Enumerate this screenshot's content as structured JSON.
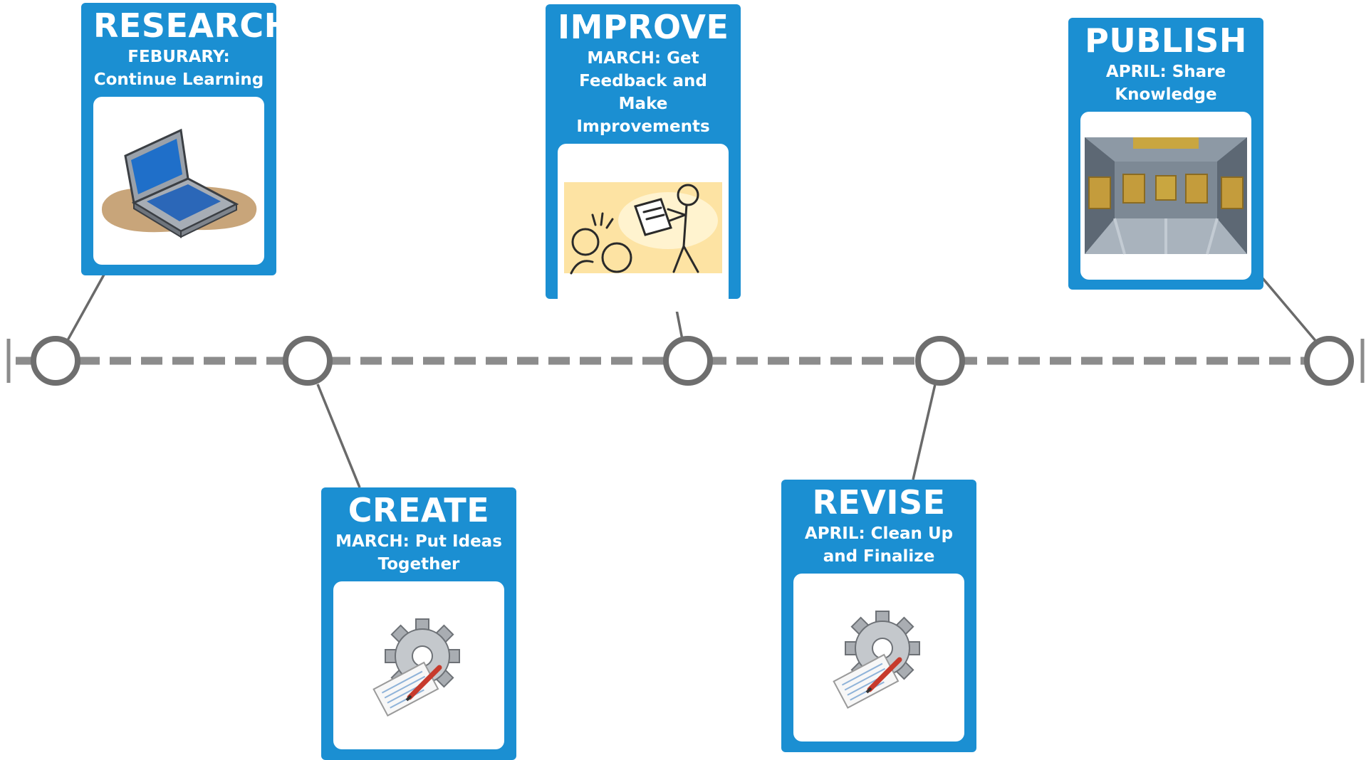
{
  "stages": [
    {
      "title": "RESEARCH",
      "description": "FEBURARY: Continue Learning",
      "icon": "laptop-icon"
    },
    {
      "title": "CREATE",
      "description": "MARCH: Put Ideas Together",
      "icon": "gear-document-icon"
    },
    {
      "title": "IMPROVE",
      "description": "MARCH: Get Feedback and Make Improvements",
      "icon": "feedback-figures-icon"
    },
    {
      "title": "REVISE",
      "description": "APRIL: Clean Up and Finalize",
      "icon": "gear-document-icon"
    },
    {
      "title": "PUBLISH",
      "description": "APRIL: Share Knowledge",
      "icon": "gallery-room-icon"
    }
  ],
  "colors": {
    "card": "#1b8fd2",
    "axis": "#8c8c8c",
    "node_ring": "#6e6e6e",
    "connector": "#6a6a6a"
  }
}
